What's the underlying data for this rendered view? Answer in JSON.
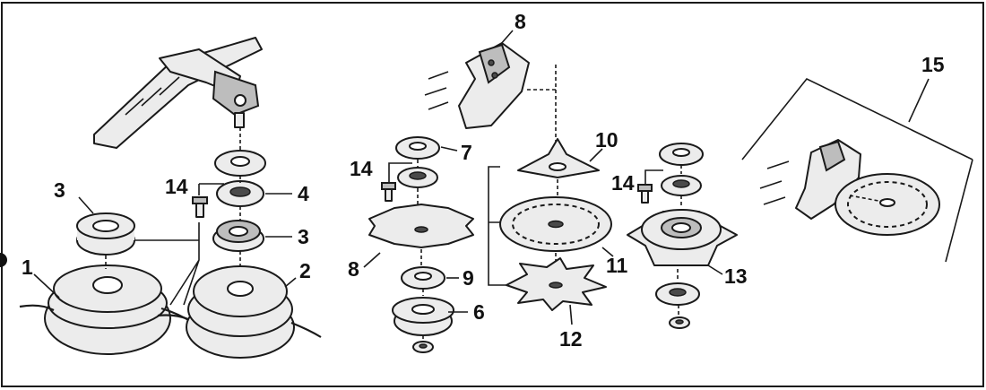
{
  "diagram": {
    "callouts": {
      "c1": "1",
      "c2": "2",
      "c3a": "3",
      "c3b": "3",
      "c4": "4",
      "c6": "6",
      "c7": "7",
      "c8a": "8",
      "c8b": "8",
      "c9": "9",
      "c10": "10",
      "c11": "11",
      "c12": "12",
      "c13": "13",
      "c14a": "14",
      "c14b": "14",
      "c14c": "14",
      "c15": "15"
    }
  }
}
